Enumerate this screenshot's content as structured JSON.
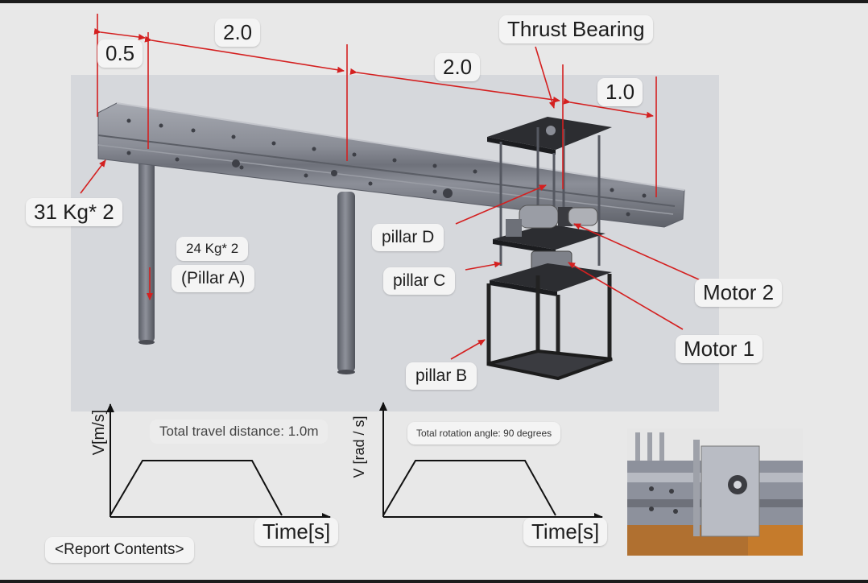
{
  "dimensions": {
    "d1": "0.5",
    "d2": "2.0",
    "d3": "2.0",
    "d4": "1.0"
  },
  "labels": {
    "thrust_bearing": "Thrust Bearing",
    "rail_mass": "31 Kg* 2",
    "pillar_a_mass": "24 Kg* 2",
    "pillar_a": "(Pillar A)",
    "pillar_d": "pillar D",
    "pillar_c": "pillar C",
    "pillar_b": "pillar B",
    "motor_2": "Motor 2",
    "motor_1": "Motor 1",
    "report": "<Report Contents>"
  },
  "graph_linear": {
    "ylabel": "V[m/s]",
    "xlabel": "Time[s]",
    "note": "Total travel distance: 1.0m"
  },
  "graph_rotation": {
    "ylabel": "V [rad / s]",
    "xlabel": "Time[s]",
    "note": "Total rotation angle: 90 degrees"
  },
  "colors": {
    "arrow": "#d42020",
    "frame": "#2a2a2a",
    "rail": "#8d9099",
    "panel_bg": "#e8e8e8"
  }
}
